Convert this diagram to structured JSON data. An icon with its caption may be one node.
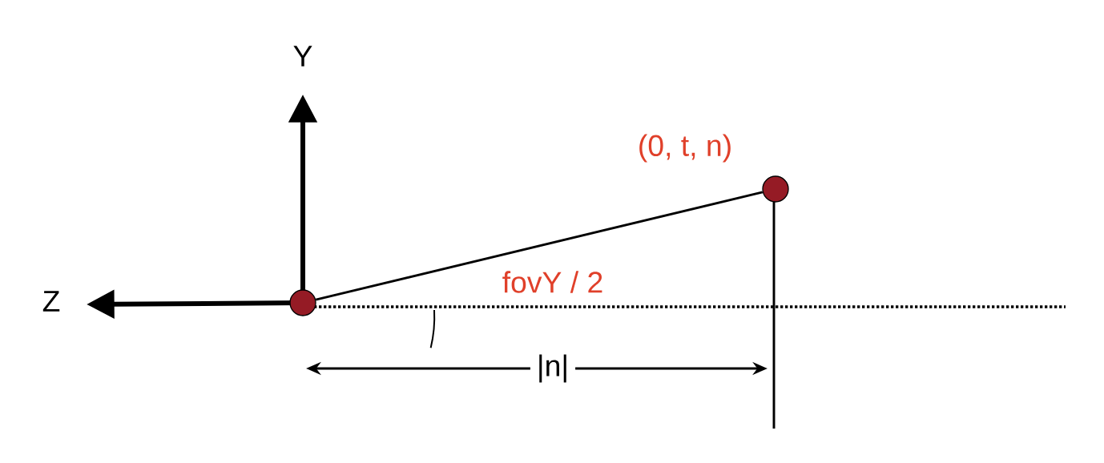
{
  "diagram": {
    "nodes": [
      {
        "text": [],
        "shape": "circle"
      },
      {
        "text": [],
        "shape": "circle",
        "beside": [
          "(0, t, n)"
        ]
      }
    ],
    "edges": [
      {
        "from": 0,
        "to": 1,
        "arrow": "none"
      }
    ],
    "labels": [
      "Y",
      "Z",
      "fovY / 2",
      "|n|"
    ]
  }
}
